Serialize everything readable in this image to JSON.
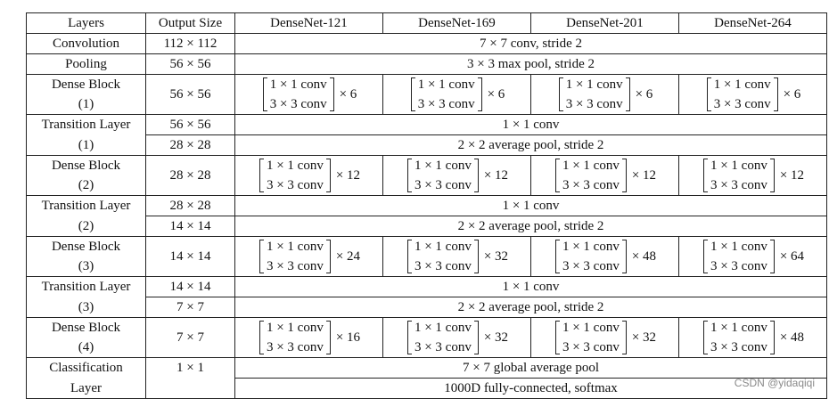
{
  "header": {
    "layers": "Layers",
    "output_size": "Output Size",
    "models": [
      "DenseNet-121",
      "DenseNet-169",
      "DenseNet-201",
      "DenseNet-264"
    ]
  },
  "conv": {
    "layer": "Convolution",
    "size": "112 × 112",
    "desc": "7 × 7 conv, stride 2"
  },
  "pool": {
    "layer": "Pooling",
    "size": "56 × 56",
    "desc": "3 × 3 max pool, stride 2"
  },
  "block_line1": "1 × 1 conv",
  "block_line2": "3 × 3 conv",
  "db1": {
    "layer": "Dense Block",
    "num": "(1)",
    "size": "56 × 56",
    "reps": [
      "× 6",
      "× 6",
      "× 6",
      "× 6"
    ]
  },
  "tr1": {
    "layer": "Transition Layer",
    "num": "(1)",
    "size_a": "56 × 56",
    "desc_a": "1 × 1 conv",
    "size_b": "28 × 28",
    "desc_b": "2 × 2 average pool, stride 2"
  },
  "db2": {
    "layer": "Dense Block",
    "num": "(2)",
    "size": "28 × 28",
    "reps": [
      "× 12",
      "× 12",
      "× 12",
      "× 12"
    ]
  },
  "tr2": {
    "layer": "Transition Layer",
    "num": "(2)",
    "size_a": "28 × 28",
    "desc_a": "1 × 1 conv",
    "size_b": "14 × 14",
    "desc_b": "2 × 2 average pool, stride 2"
  },
  "db3": {
    "layer": "Dense Block",
    "num": "(3)",
    "size": "14 × 14",
    "reps": [
      "× 24",
      "× 32",
      "× 48",
      "× 64"
    ]
  },
  "tr3": {
    "layer": "Transition Layer",
    "num": "(3)",
    "size_a": "14 × 14",
    "desc_a": "1 × 1 conv",
    "size_b": "7 × 7",
    "desc_b": "2 × 2 average pool, stride 2"
  },
  "db4": {
    "layer": "Dense Block",
    "num": "(4)",
    "size": "7 × 7",
    "reps": [
      "× 16",
      "× 32",
      "× 32",
      "× 48"
    ]
  },
  "cls": {
    "layer_a": "Classification",
    "layer_b": "Layer",
    "size": "1 × 1",
    "desc_a": "7 × 7 global average pool",
    "desc_b": "1000D fully-connected, softmax"
  },
  "watermark": "CSDN @yidaqiqi"
}
